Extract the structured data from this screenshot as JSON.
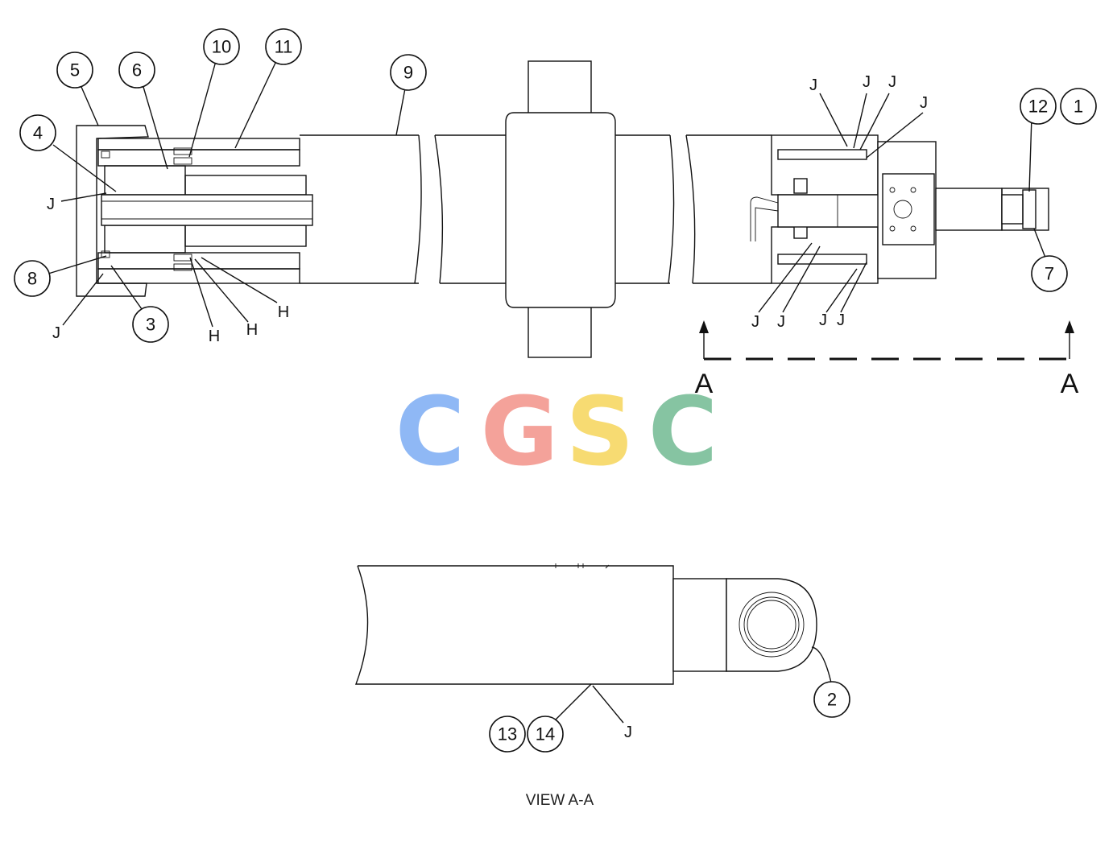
{
  "callouts": {
    "c1": "1",
    "c2": "2",
    "c3": "3",
    "c4": "4",
    "c5": "5",
    "c6": "6",
    "c7": "7",
    "c8": "8",
    "c9": "9",
    "c10": "10",
    "c11": "11",
    "c12": "12",
    "c13": "13",
    "c14": "14"
  },
  "leader_labels": {
    "j": "J",
    "h": "H"
  },
  "section_marker": "A",
  "view_caption": "VIEW A-A",
  "watermark": {
    "letters": [
      "C",
      "G",
      "S",
      "C"
    ],
    "colors": [
      "#8fb8f5",
      "#f4a29a",
      "#f7db72",
      "#86c4a2"
    ]
  }
}
